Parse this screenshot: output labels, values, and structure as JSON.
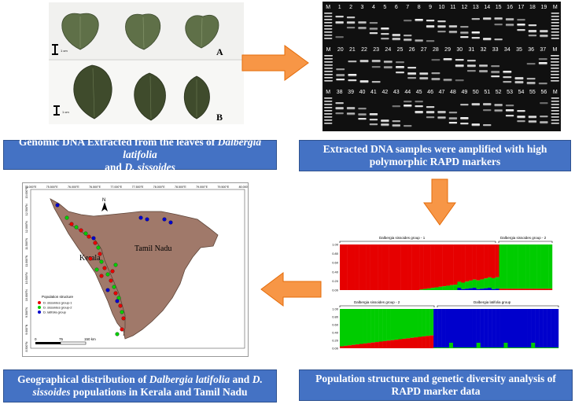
{
  "steps": {
    "leaves": {
      "caption_a": "Genomic DNA Extracted from the leaves of ",
      "caption_b": "Dalbergia latifolia",
      "caption_c": " and ",
      "caption_d": "D. sissoides",
      "label_a": "A",
      "label_b": "B",
      "scale_a": "1 cm",
      "scale_b": "1 cm"
    },
    "gel": {
      "caption": "Extracted DNA  samples were amplified with high polymorphic RAPD markers",
      "row1": [
        "M",
        "1",
        "2",
        "3",
        "4",
        "5",
        "6",
        "7",
        "8",
        "9",
        "10",
        "11",
        "12",
        "13",
        "14",
        "15",
        "16",
        "17",
        "18",
        "19",
        "M"
      ],
      "row2": [
        "M",
        "20",
        "21",
        "22",
        "23",
        "24",
        "25",
        "26",
        "27",
        "28",
        "29",
        "30",
        "31",
        "32",
        "33",
        "34",
        "35",
        "36",
        "37",
        "M"
      ],
      "row3": [
        "M",
        "38",
        "39",
        "40",
        "41",
        "42",
        "43",
        "44",
        "45",
        "46",
        "47",
        "48",
        "49",
        "50",
        "51",
        "52",
        "53",
        "54",
        "55",
        "56",
        "M"
      ]
    },
    "structure": {
      "caption": "Population structure and genetic diversity analysis of RAPD marker data",
      "top_group_left": "Dalbergia sissoides group - 1",
      "top_group_right": "Dalbergia sissoides group - 2",
      "bottom_group_left": "Dalbergia sissoides group - 2",
      "bottom_group_right": "Dalbergia latifolia group",
      "yticks": [
        "1.00",
        "0.80",
        "0.60",
        "0.40",
        "0.20",
        "0.00"
      ],
      "colors": {
        "group1": "#e60000",
        "group2": "#00cc00",
        "latifolia": "#0000cc"
      }
    },
    "map": {
      "caption_a": "Geographical distribution of ",
      "caption_b": "Dalbergia latifolia",
      "caption_c": " and ",
      "caption_d": "D. sissoides",
      "caption_e": " populations in Kerala and Tamil Nadu",
      "label_kerala": "Kerala",
      "label_tamil": "Tamil Nadu",
      "north": "N",
      "scale_0": "0",
      "scale_75": "75",
      "scale_150": "150 km",
      "legend_title": "Population structure",
      "legend_items": [
        "D. sissoides group-1",
        "D. sissoides group-2",
        "D. latifolia group"
      ],
      "top_ticks": [
        "75.000°E",
        "75.500°E",
        "76.000°E",
        "76.500°E",
        "77.000°E",
        "77.500°E",
        "78.000°E",
        "78.500°E",
        "79.000°E",
        "79.500°E",
        "80.000°E"
      ],
      "left_ticks": [
        "13.000°N",
        "12.500°N",
        "12.000°N",
        "11.500°N",
        "11.000°N",
        "10.500°N",
        "10.000°N",
        "9.500°N",
        "9.000°N",
        "8.500°N"
      ]
    }
  }
}
